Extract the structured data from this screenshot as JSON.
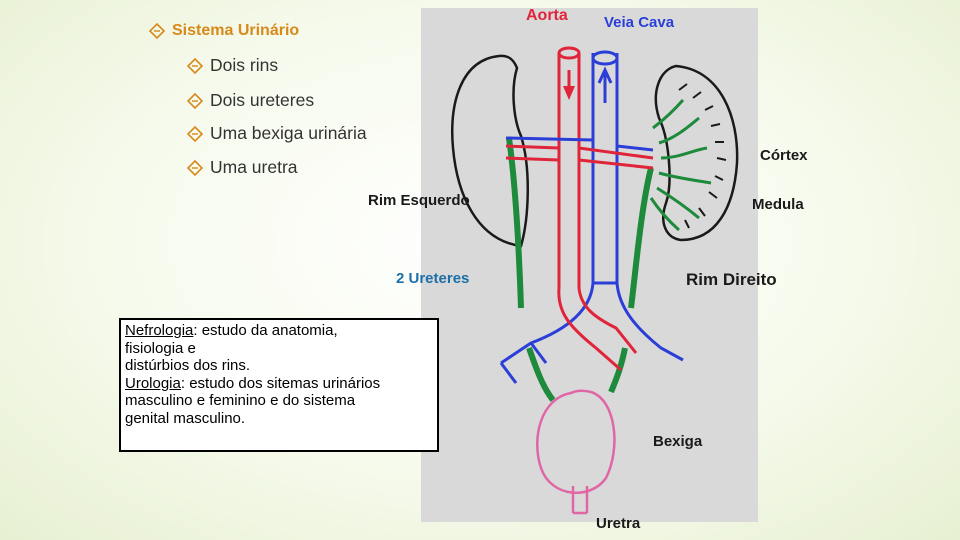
{
  "bullets": {
    "title": "Sistema Urinário",
    "items": [
      "Dois rins",
      "Dois ureteres",
      "Uma bexiga urinária",
      "Uma uretra"
    ]
  },
  "diagram": {
    "labels": {
      "aorta": "Aorta",
      "veia_cava": "Veia Cava",
      "cortex": "Córtex",
      "medula": "Medula",
      "rim_esquerdo": "Rim Esquerdo",
      "ureteres": "2 Ureteres",
      "rim_direito": "Rim Direito",
      "bexiga": "Bexiga",
      "uretra": "Uretra"
    }
  },
  "note": {
    "nefro_term": "Nefrologia",
    "nefro_line1": ": estudo da anatomia,",
    "nefro_line2": "fisiologia e",
    "nefro_line3": "distúrbios dos rins.",
    "uro_term": "Urologia",
    "uro_line1": ": estudo dos sitemas urinários",
    "uro_line2": "masculino e feminino e do sistema",
    "uro_line3": "genital masculino."
  },
  "colors": {
    "title_orange": "#d8891a",
    "artery_red": "#e0243a",
    "vein_blue": "#2b3fd8",
    "ureter_green": "#1e8a3c",
    "bladder_pink": "#e066a6"
  }
}
